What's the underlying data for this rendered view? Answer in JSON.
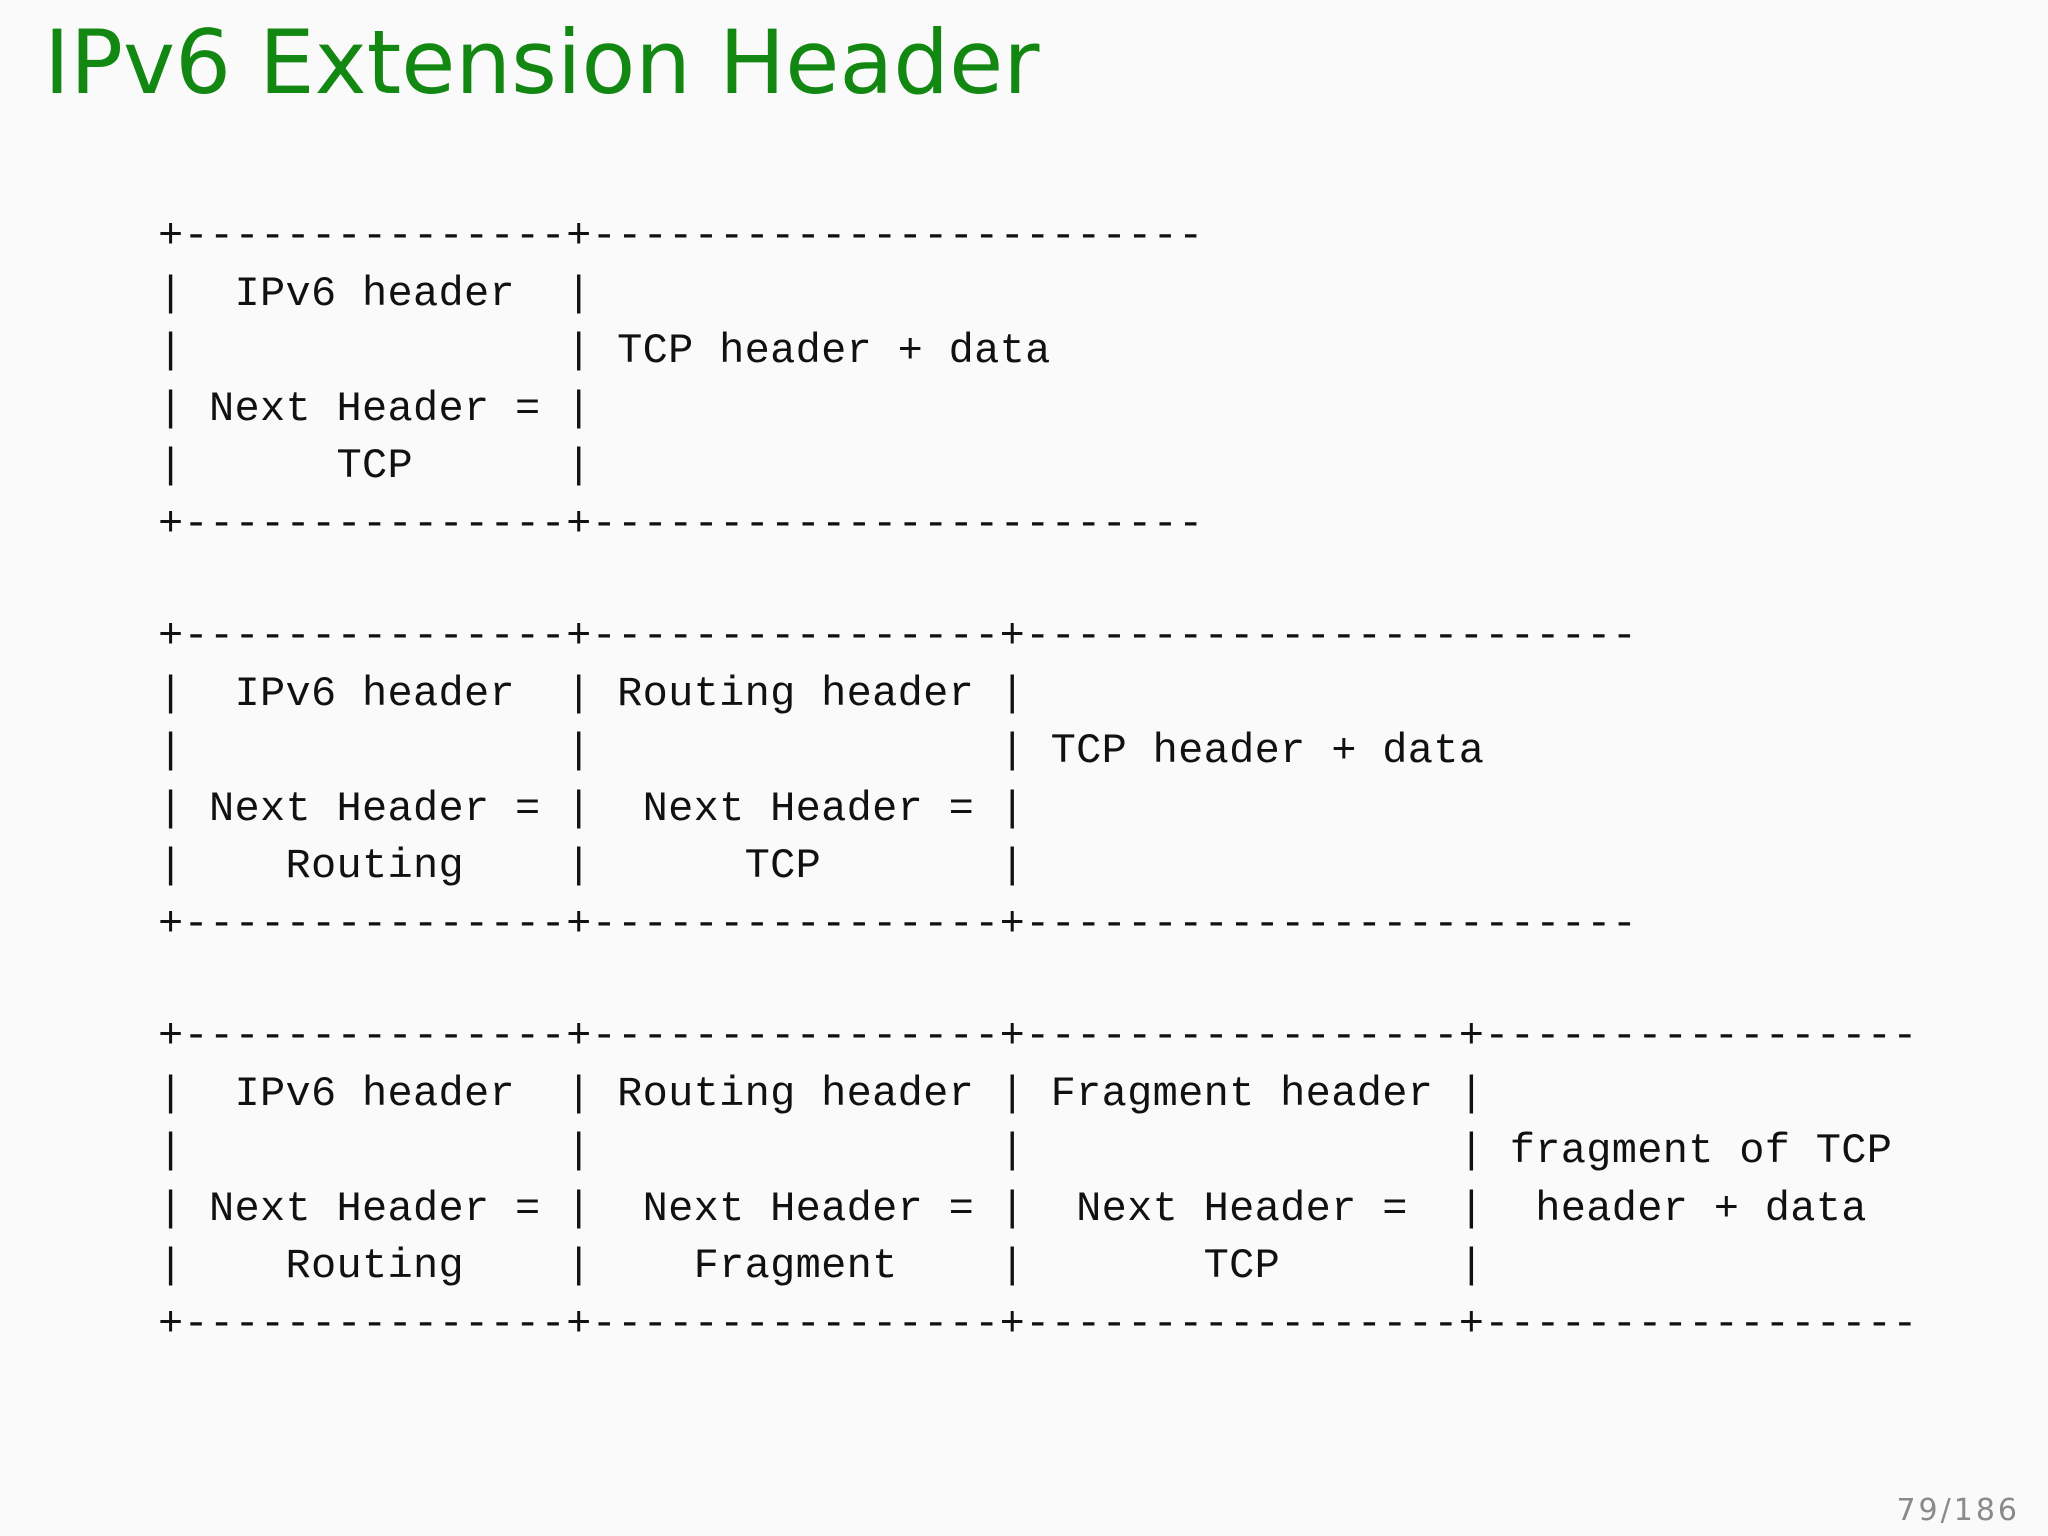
{
  "slide": {
    "title": "IPv6 Extension Header",
    "page_number": "79/186"
  },
  "colors": {
    "title": "#128712",
    "diagram_text": "#111111",
    "page_number": "#8a8a8a",
    "background": "#fafafa"
  },
  "diagrams": [
    {
      "name": "ipv6-header-tcp",
      "lines": [
        "+---------------+------------------------",
        "|  IPv6 header  |",
        "|               | TCP header + data",
        "| Next Header = |",
        "|      TCP      |",
        "+---------------+------------------------"
      ]
    },
    {
      "name": "ipv6-routing-header-tcp",
      "lines": [
        "+---------------+----------------+------------------------",
        "|  IPv6 header  | Routing header |",
        "|               |                | TCP header + data",
        "| Next Header = |  Next Header = |",
        "|    Routing    |      TCP       |",
        "+---------------+----------------+------------------------"
      ]
    },
    {
      "name": "ipv6-routing-fragment-header-tcp",
      "lines": [
        "+---------------+----------------+-----------------+-----------------",
        "|  IPv6 header  | Routing header | Fragment header |",
        "|               |                |                 | fragment of TCP",
        "| Next Header = |  Next Header = |  Next Header =  |  header + data",
        "|    Routing    |    Fragment    |       TCP       |",
        "+---------------+----------------+-----------------+-----------------"
      ]
    }
  ]
}
